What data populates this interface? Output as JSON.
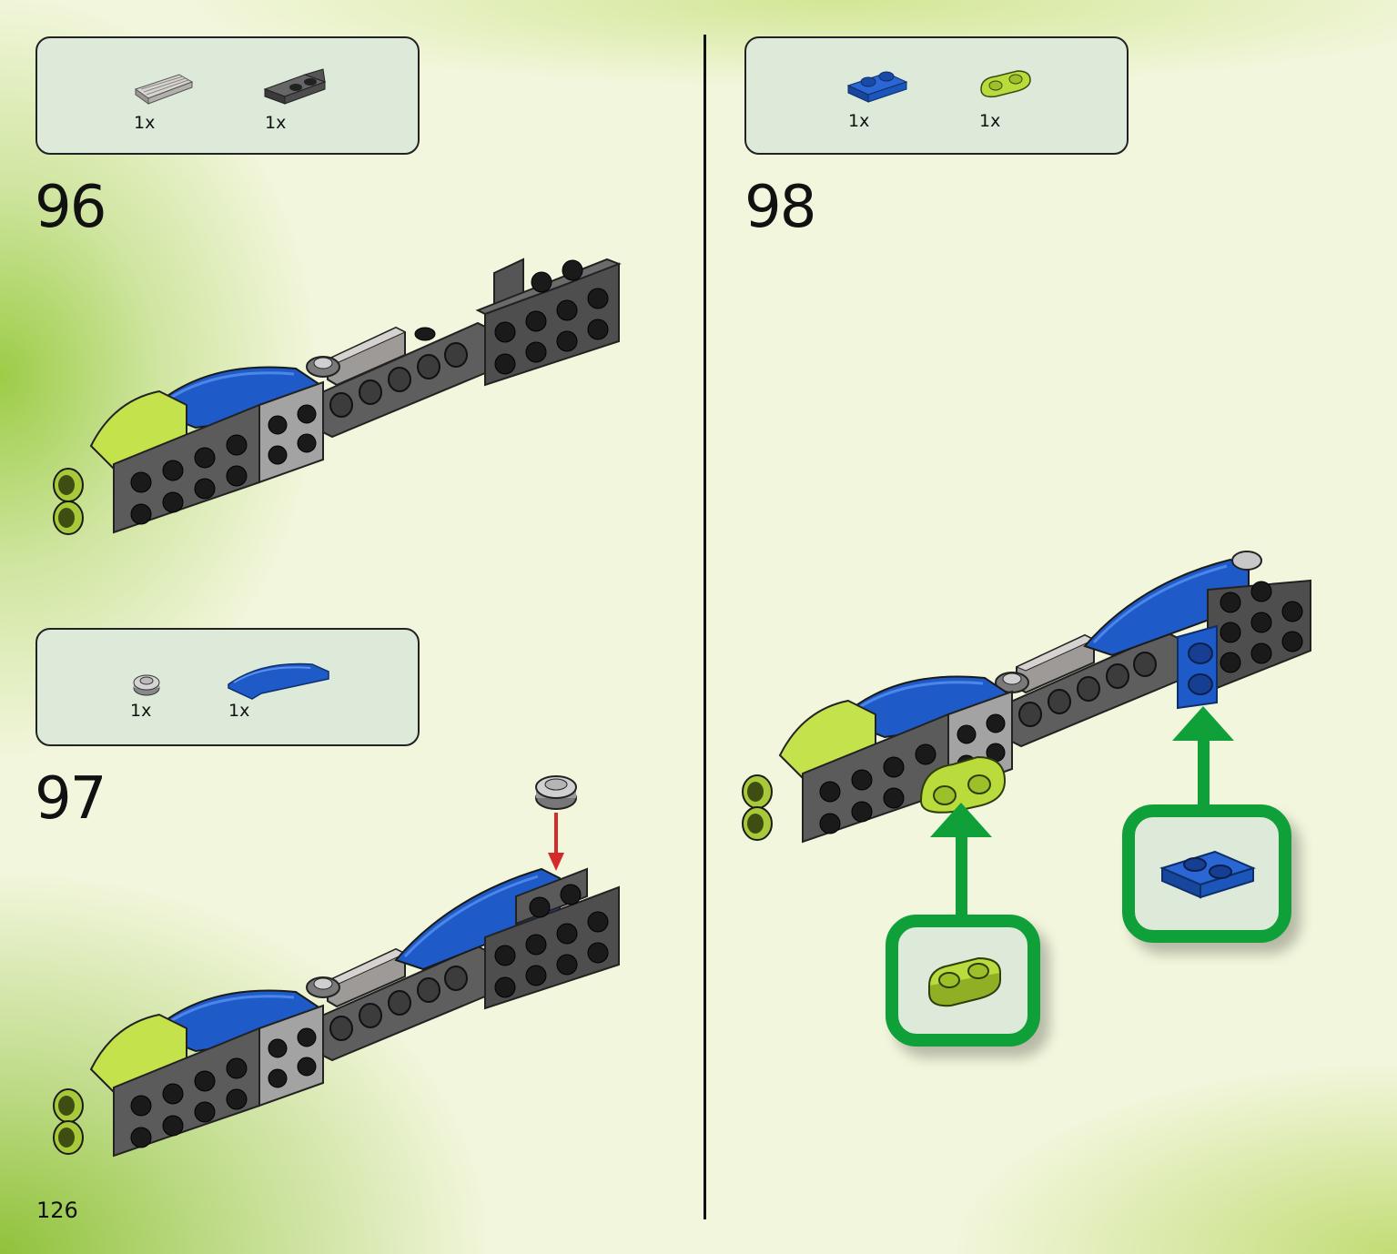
{
  "page_number": "126",
  "steps": [
    {
      "number": "96",
      "parts": [
        {
          "name": "tile-grille-light-gray",
          "qty": "1x"
        },
        {
          "name": "bracket-dark-gray",
          "qty": "1x"
        }
      ]
    },
    {
      "number": "97",
      "parts": [
        {
          "name": "round-plate-light-gray",
          "qty": "1x"
        },
        {
          "name": "curved-slope-blue",
          "qty": "1x"
        }
      ]
    },
    {
      "number": "98",
      "parts": [
        {
          "name": "plate-1x2-blue",
          "qty": "1x"
        },
        {
          "name": "rounded-plate-lime",
          "qty": "1x"
        }
      ]
    }
  ],
  "colors": {
    "lime": "#b4d83a",
    "blue": "#1f5bc8",
    "dark_gray": "#5a5a5a",
    "black": "#1a1a1a",
    "callout_green": "#0fa03a",
    "arrow_red": "#d42a2a"
  }
}
